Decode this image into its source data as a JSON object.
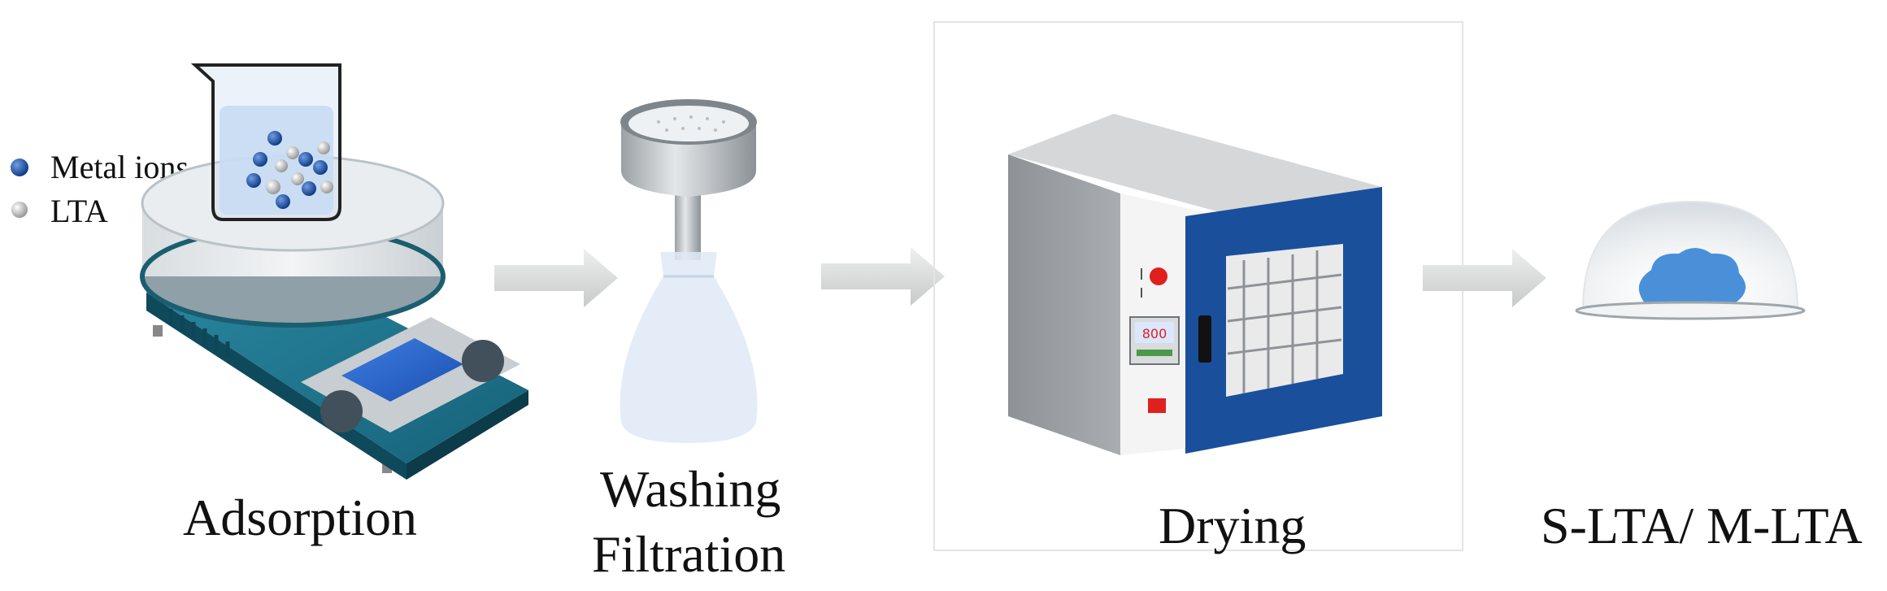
{
  "legend": {
    "items": [
      {
        "label": "Metal ions",
        "color": "#1f4fa8"
      },
      {
        "label": "LTA",
        "color": "#e9e9e9"
      }
    ]
  },
  "steps": [
    {
      "id": "adsorption",
      "label": "Adsorption"
    },
    {
      "id": "washing",
      "label_line1": "Washing",
      "label_line2": "Filtration"
    },
    {
      "id": "drying",
      "label": "Drying"
    },
    {
      "id": "product",
      "label": "S-LTA/ M-LTA"
    }
  ],
  "oven": {
    "display_value": "800"
  },
  "colors": {
    "teal": "#1d6b82",
    "oven_door": "#1a4f9c",
    "arrow": "#d9dbdb",
    "powder": "#4a90d9"
  }
}
